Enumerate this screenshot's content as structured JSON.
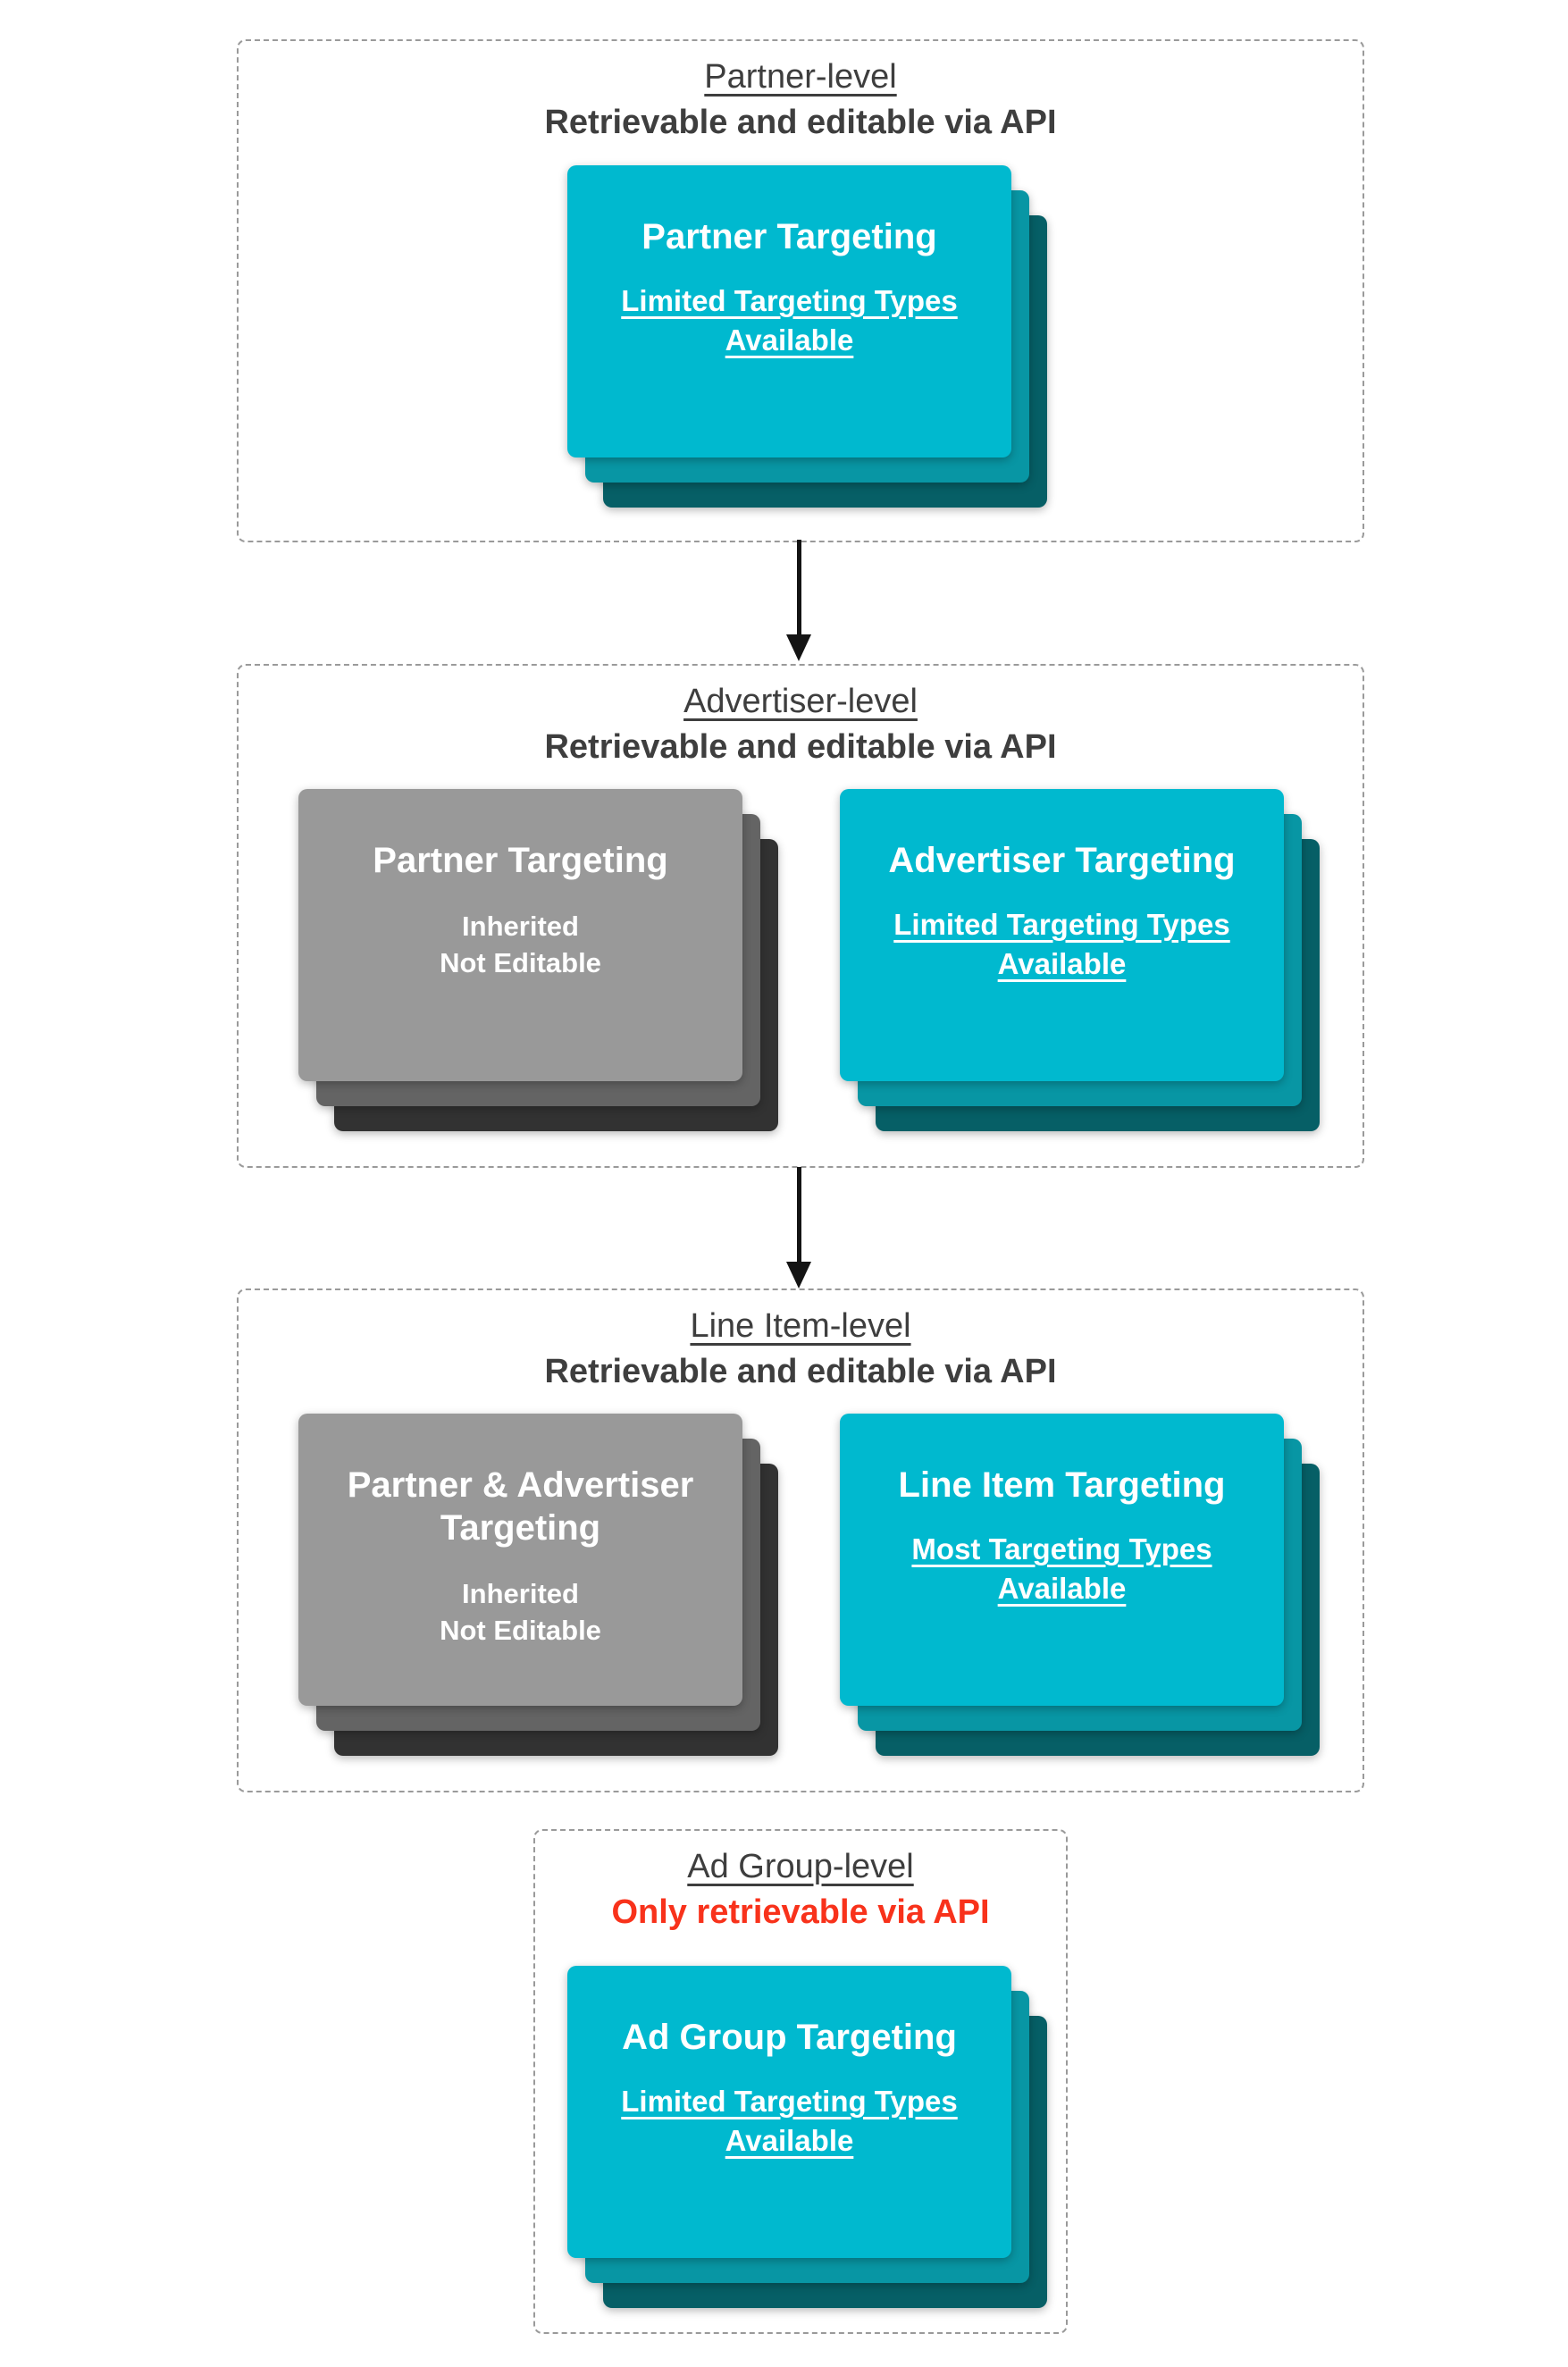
{
  "diagram": {
    "name": "Targeting hierarchy overview",
    "background": "#ffffff",
    "colors": {
      "cyan_card": "#00b9cf",
      "cyan_layer_mid": "#0896a4",
      "cyan_layer_dark": "#065f66",
      "gray_card": "#999999",
      "gray_layer_mid": "#646464",
      "gray_layer_dark": "#323232",
      "heading_text": "#3e3e3e",
      "alert_text": "#f8321b",
      "dashed_border": "#9a9a9a",
      "arrow": "#141414",
      "card_text": "#ffffff"
    }
  },
  "sections": [
    {
      "title": "Partner-level",
      "subtitle": "Retrievable and editable via API",
      "cards": [
        {
          "style": "cyan",
          "title": "Partner Targeting",
          "lines": [
            "Limited Targeting Types",
            "Available"
          ]
        }
      ]
    },
    {
      "title": "Advertiser-level",
      "subtitle": "Retrievable and editable via API",
      "cards": [
        {
          "style": "gray",
          "title": "Partner Targeting",
          "lines": [
            "Inherited",
            "Not Editable"
          ]
        },
        {
          "style": "cyan",
          "title": "Advertiser Targeting",
          "lines": [
            "Limited Targeting Types",
            "Available"
          ]
        }
      ]
    },
    {
      "title": "Line Item-level",
      "subtitle": "Retrievable and editable via API",
      "cards": [
        {
          "style": "gray",
          "title": "Partner & Advertiser Targeting",
          "lines": [
            "Inherited",
            "Not Editable"
          ]
        },
        {
          "style": "cyan",
          "title": "Line Item Targeting",
          "lines": [
            "Most Targeting Types",
            "Available"
          ]
        }
      ]
    },
    {
      "title": "Ad Group-level",
      "subtitle": "Only retrievable via API",
      "cards": [
        {
          "style": "cyan",
          "title": "Ad Group Targeting",
          "lines": [
            "Limited Targeting Types",
            "Available"
          ]
        }
      ]
    }
  ]
}
